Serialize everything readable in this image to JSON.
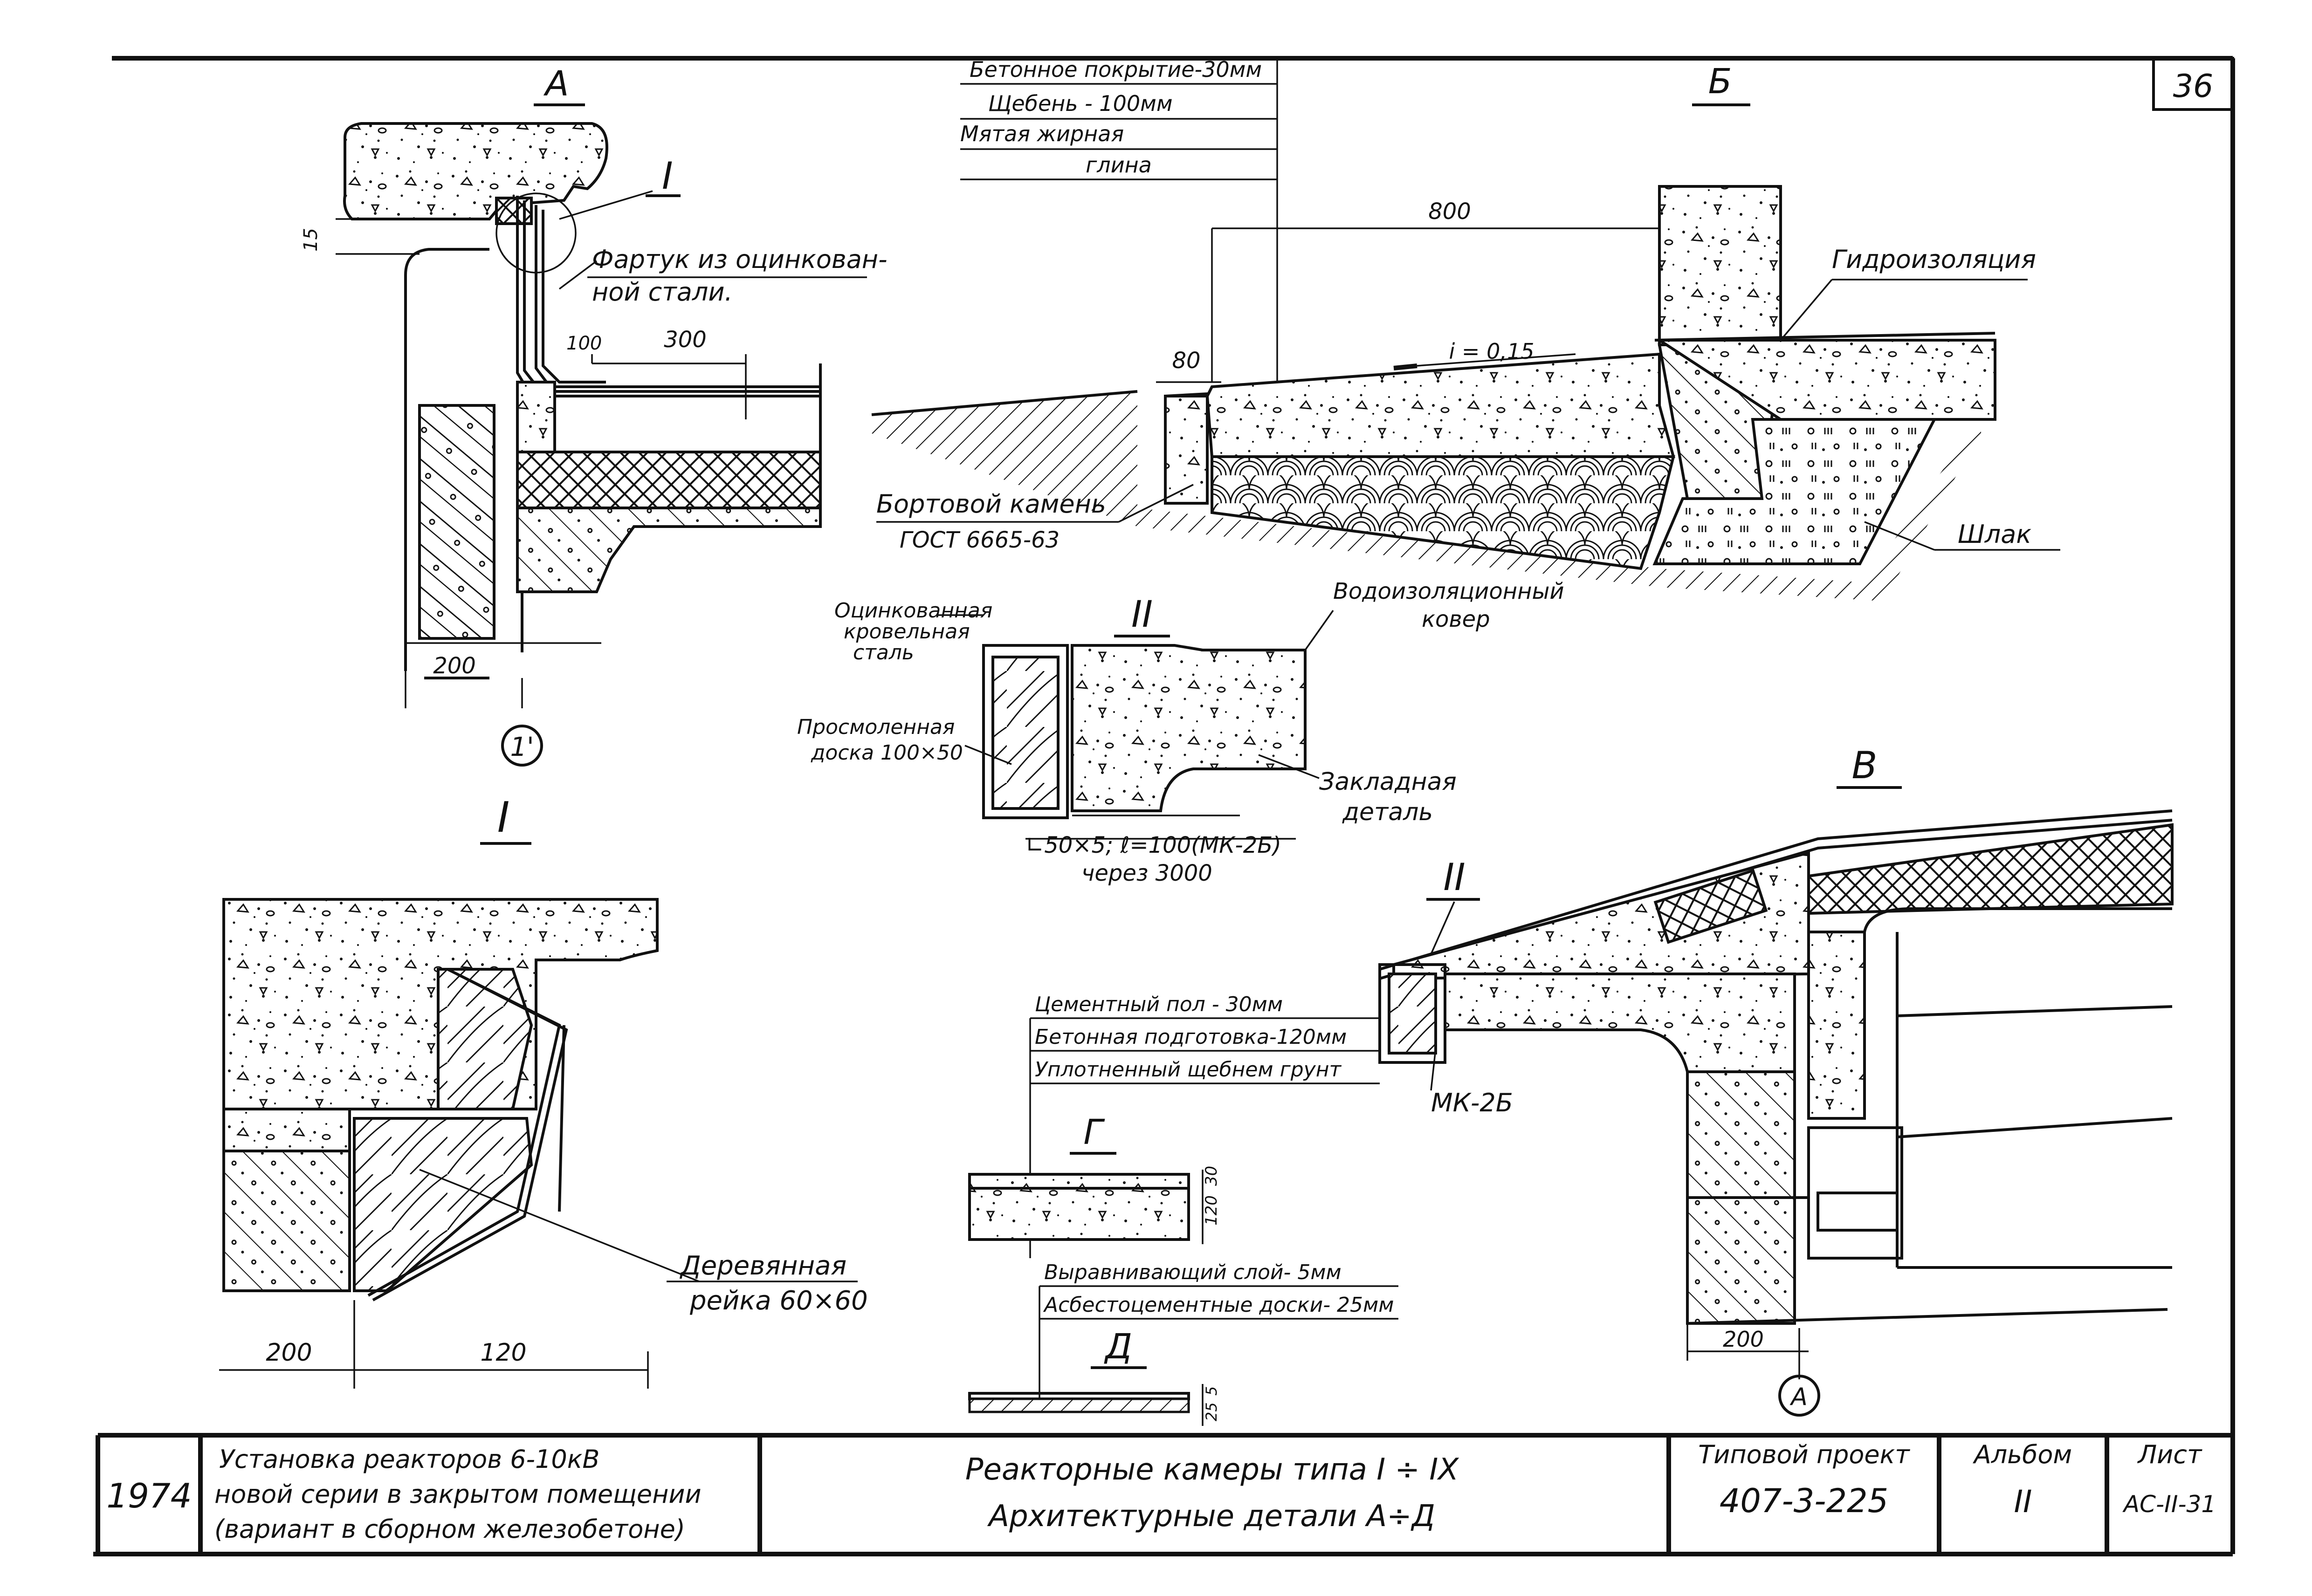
{
  "sheet_number": "36",
  "details": {
    "A": {
      "label": "А",
      "flashing": "Фартук из оцинкован- ной стали.",
      "node_mark": "I",
      "dims": [
        "15",
        "100",
        "300",
        "200"
      ],
      "axis": "1'"
    },
    "B": {
      "label": "Б",
      "layers": [
        "Бетонное покрытие-30мм",
        "Щебень - 100мм",
        "Мятая жирная",
        "глина"
      ],
      "dim_800": "800",
      "dim_80": "80",
      "slope": "i = 0,15",
      "curb": "Бортовой камень",
      "curb_gost": "ГОСТ 6665-63",
      "waterproofing": "Гидроизоляция",
      "slag": "Шлак"
    },
    "II": {
      "label": "II",
      "galvanized": "Оцинкованная кровельная сталь",
      "board": "Просмоленная доска 100×50",
      "carpet": "Водоизоляционный ковер",
      "embedded": "Закладная деталь",
      "angle": "∟50×5; ℓ=100(МК-2Б) через 3000"
    },
    "I": {
      "label": "I",
      "rail": "Деревянная рейка 60×60",
      "dims": [
        "200",
        "120"
      ]
    },
    "V": {
      "label": "В",
      "node_mark": "II",
      "mk": "МК-2Б",
      "dim": "200",
      "axis": "А"
    },
    "G": {
      "label": "Г",
      "layers": [
        "Цементный пол - 30мм",
        "Бетонная подготовка-120мм",
        "Уплотненный щебнем грунт"
      ],
      "dims": [
        "30",
        "120"
      ]
    },
    "D": {
      "label": "Д",
      "layers": [
        "Выравнивающий слой- 5мм",
        "Асбестоцементные доски- 25мм"
      ],
      "dims": [
        "5",
        "25"
      ]
    }
  },
  "title_block": {
    "year": "1974",
    "description": [
      "Установка реакторов 6-10кВ",
      "новой серии в закрытом помещении",
      "(вариант в сборном железобетоне)"
    ],
    "title": [
      "Реакторные камеры типа I ÷ IX",
      "Архитектурные детали А÷Д"
    ],
    "project_label": "Типовой проект",
    "project_number": "407-3-225",
    "album_label": "Альбом",
    "album_value": "II",
    "sheet_label": "Лист",
    "sheet_value": "АС-II-31"
  }
}
